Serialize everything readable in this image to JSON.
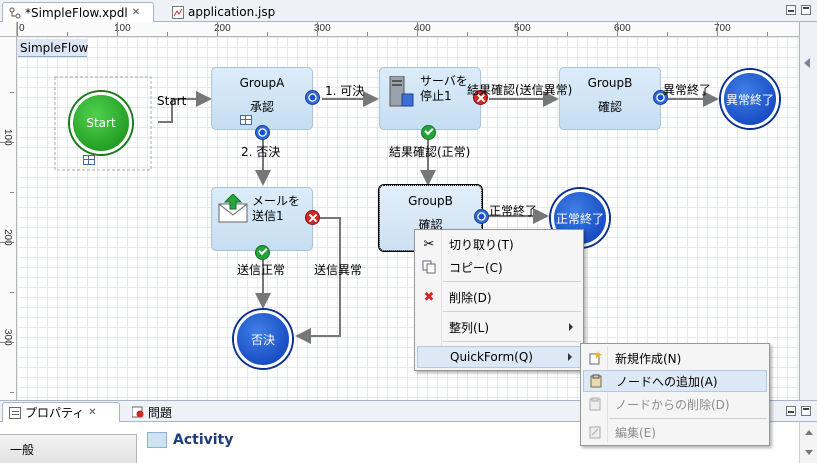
{
  "editor_tabs": [
    {
      "title": "*SimpleFlow.xpdl",
      "close": "✕",
      "active": true
    },
    {
      "title": "application.jsp",
      "active": false
    }
  ],
  "ruler": {
    "top_labels": [
      "0",
      "100",
      "200",
      "300",
      "400",
      "500",
      "600",
      "700"
    ],
    "left_labels": [
      "100",
      "200",
      "300"
    ]
  },
  "flow_name": "SimpleFlow",
  "nodes": {
    "start": "Start",
    "groupA": {
      "line1": "GroupA",
      "line2": "承認"
    },
    "server_stop": {
      "line1": "サーバを",
      "line2": "停止1"
    },
    "groupB_top": {
      "line1": "GroupB",
      "line2": "確認"
    },
    "abnormal_end": "異常終了",
    "mail_send": {
      "line1": "メールを",
      "line2": "送信1"
    },
    "groupB_sel": {
      "line1": "GroupB",
      "line2": "確認"
    },
    "normal_end": "正常終了",
    "reject": "否決"
  },
  "edge_labels": {
    "start": "Start",
    "approve": "1. 可決",
    "result_error": "結果確認(送信異常)",
    "abnormal_end": "異常終了",
    "reject": "2. 否決",
    "result_normal": "結果確認(正常)",
    "normal_end": "正常終了",
    "send_normal": "送信正常",
    "send_error": "送信異常"
  },
  "context_menu": {
    "items": [
      {
        "label": "切り取り(T)",
        "icon": "scissors-icon"
      },
      {
        "label": "コピー(C)",
        "icon": "copy-icon"
      },
      {
        "label": "削除(D)",
        "icon": "delete-icon"
      },
      {
        "label": "整列(L)",
        "icon": ""
      },
      {
        "label": "QuickForm(Q)",
        "icon": ""
      }
    ]
  },
  "submenu": {
    "items": [
      {
        "label": "新規作成(N)",
        "disabled": false
      },
      {
        "label": "ノードへの追加(A)",
        "disabled": false
      },
      {
        "label": "ノードからの削除(D)",
        "disabled": true
      },
      {
        "label": "編集(E)",
        "disabled": true
      }
    ]
  },
  "bottom_tabs": [
    {
      "title": "プロパティ",
      "close": "✕"
    },
    {
      "title": "問題"
    }
  ],
  "properties": {
    "section": "一般",
    "title": "Activity"
  },
  "colors": {
    "start_green": "#138a13",
    "end_blue": "#0b3ab5",
    "node_fill": "#c6def2",
    "menu_highlight": "#dde8f6"
  }
}
